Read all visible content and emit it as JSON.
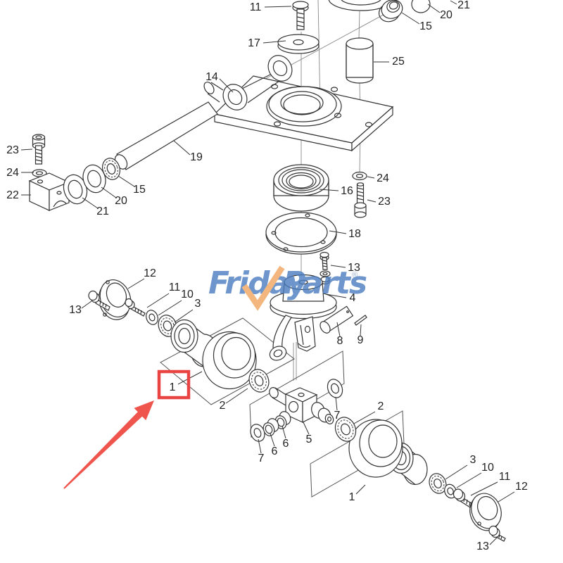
{
  "watermark": {
    "part1": "Friday",
    "part2": "Parts",
    "registered": "®",
    "blue": "#4a7dc0",
    "orange": "#f0a55e"
  },
  "annotation": {
    "highlighted_part": "1",
    "box_color": "#ea4343",
    "arrow_color": "#ef544d"
  },
  "callouts": [
    {
      "label": "11"
    },
    {
      "label": "17"
    },
    {
      "label": "14"
    },
    {
      "label": "19"
    },
    {
      "label": "23"
    },
    {
      "label": "24"
    },
    {
      "label": "22"
    },
    {
      "label": "21"
    },
    {
      "label": "20"
    },
    {
      "label": "15"
    },
    {
      "label": "25"
    },
    {
      "label": "15"
    },
    {
      "label": "20"
    },
    {
      "label": "21"
    },
    {
      "label": "16"
    },
    {
      "label": "24"
    },
    {
      "label": "23"
    },
    {
      "label": "18"
    },
    {
      "label": "13"
    },
    {
      "label": "4"
    },
    {
      "label": "8"
    },
    {
      "label": "9"
    },
    {
      "label": "12"
    },
    {
      "label": "11"
    },
    {
      "label": "10"
    },
    {
      "label": "3"
    },
    {
      "label": "13"
    },
    {
      "label": "1"
    },
    {
      "label": "2"
    },
    {
      "label": "7"
    },
    {
      "label": "6"
    },
    {
      "label": "6"
    },
    {
      "label": "5"
    },
    {
      "label": "7"
    },
    {
      "label": "2"
    },
    {
      "label": "1"
    },
    {
      "label": "3"
    },
    {
      "label": "10"
    },
    {
      "label": "11"
    },
    {
      "label": "12"
    },
    {
      "label": "13"
    }
  ]
}
